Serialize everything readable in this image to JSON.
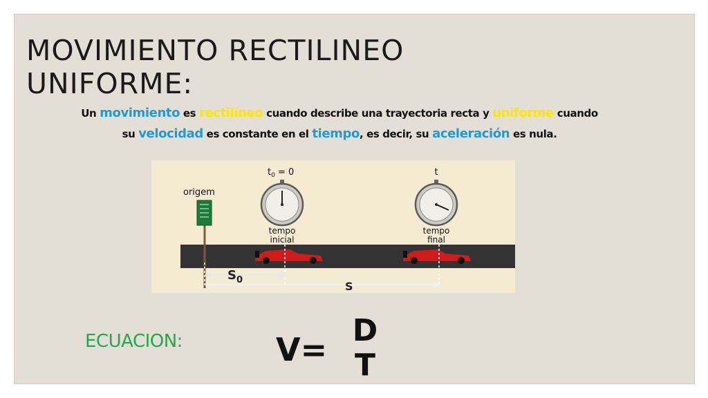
{
  "slide": {
    "title_line1": "MOVIMIENTO RECTILINEO",
    "title_line2": "UNIFORME:",
    "description": {
      "t1": "Un ",
      "k1": "movimiento",
      "t2": " es ",
      "k2": "rectilíneo",
      "t3": " cuando describe una trayectoria recta y ",
      "k3": "uniforme",
      "t4": " cuando",
      "t5": "su ",
      "k4": "velocidad",
      "t6": " es constante en el ",
      "k5": "tiempo",
      "t7": ", es decir, su ",
      "k6": "aceleración",
      "t8": " es nula."
    },
    "figure": {
      "origin_label": "origem",
      "t0_label": "t",
      "t0_sub": "0",
      "t0_eq": " = 0",
      "t_label": "t",
      "start_label_1": "tempo",
      "start_label_2": "inicial",
      "end_label_1": "tempo",
      "end_label_2": "final",
      "s0_label": "S",
      "s0_sub": "0",
      "s_label": "S"
    },
    "equation": {
      "label": "ECUACION:",
      "lhs": "V=",
      "numerator": "D",
      "denominator": "T"
    },
    "colors": {
      "keyword_blue": "#1e9bd7",
      "keyword_yellow": "#ffe600",
      "equation_label_green": "#22a84a",
      "background": "#e4dfd6"
    }
  }
}
